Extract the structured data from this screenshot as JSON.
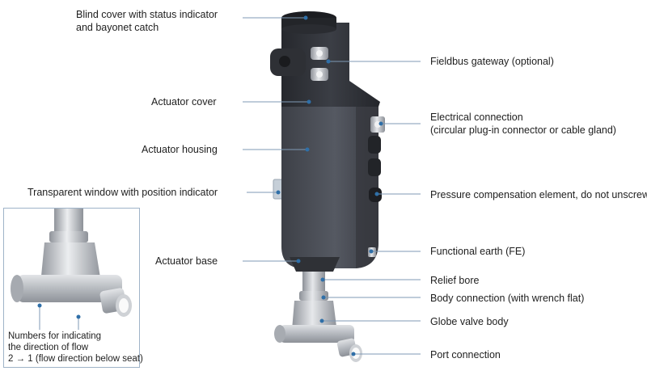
{
  "callouts": {
    "blind_cover": [
      "Blind cover with status indicator",
      "and bayonet catch"
    ],
    "actuator_cover": "Actuator cover",
    "actuator_housing": "Actuator housing",
    "transparent_window": "Transparent window with position indicator",
    "actuator_base": "Actuator base",
    "fieldbus_gateway": "Fieldbus gateway (optional)",
    "electrical_connection": [
      "Electrical connection",
      "(circular plug-in connector or cable gland)"
    ],
    "pressure_compensation": "Pressure compensation element, do not unscrew",
    "functional_earth": "Functional earth (FE)",
    "relief_bore": "Relief bore",
    "body_connection": "Body connection (with wrench flat)",
    "globe_valve_body": "Globe valve body",
    "port_connection": "Port connection"
  },
  "inset": {
    "caption": [
      "Numbers for indicating",
      "the direction of flow",
      "2 → 1 (flow direction below seat)"
    ]
  },
  "colors": {
    "leader_line": "#7f9ab5",
    "leader_dot": "#2f6fa8",
    "actuator_body": "#4a4d55",
    "actuator_top": "#2b2d33",
    "steel": "#c9ccd1",
    "inset_border": "#9fb3c8"
  }
}
